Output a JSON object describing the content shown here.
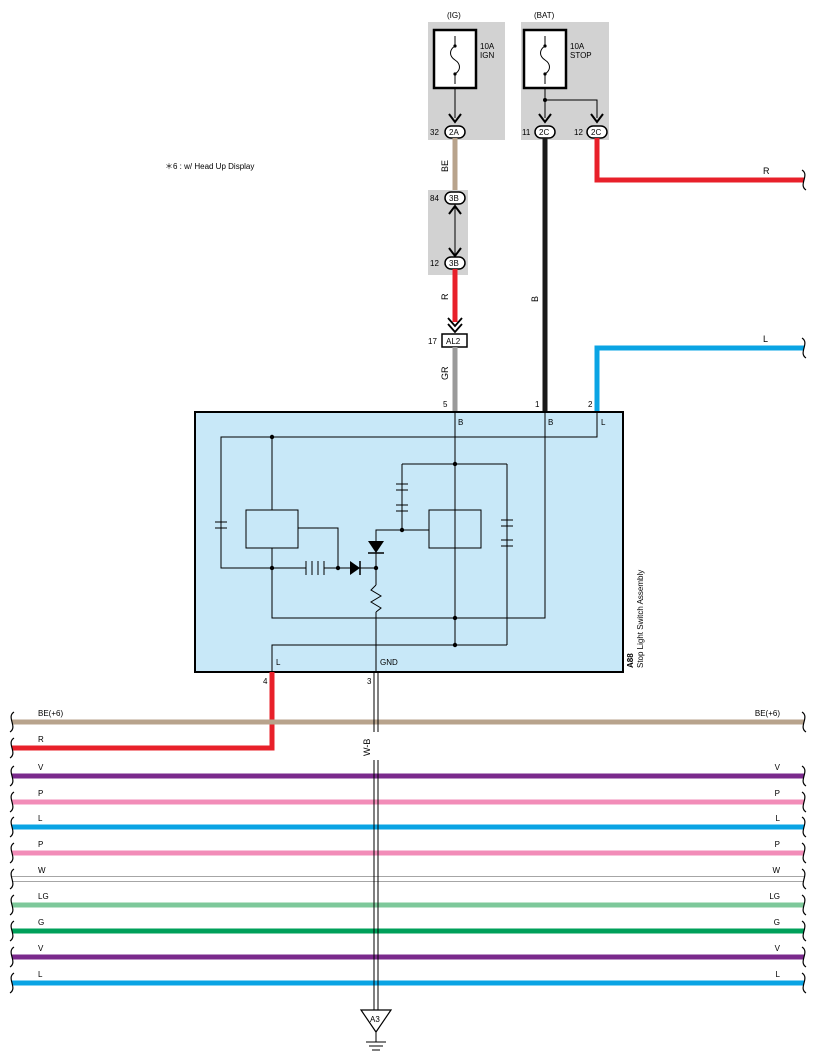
{
  "fuses": {
    "ig": {
      "source": "(IG)",
      "rating": "10A",
      "name": "IGN",
      "pin": "32",
      "connector": "2A"
    },
    "bat": {
      "source": "(BAT)",
      "rating": "10A",
      "name": "STOP",
      "pin_left": "11",
      "pin_right": "12",
      "connector": "2C"
    }
  },
  "note": "＊6 : w/ Head Up Display",
  "junction_3b": {
    "pin_top": "84",
    "pin_bottom": "12",
    "connector": "3B"
  },
  "connector_al2": {
    "pin": "17",
    "name": "AL2"
  },
  "wire_labels": {
    "be_top": "BE",
    "r_mid": "R",
    "gr": "GR",
    "b": "B",
    "r_right": "R",
    "l_right": "L",
    "wb": "W-B"
  },
  "component": {
    "id": "A88",
    "name": "Stop Light Switch Assembly",
    "pin5_num": "5",
    "pin5_label": "B",
    "pin1_num": "1",
    "pin1_label": "B",
    "pin2_num": "2",
    "pin2_label": "L",
    "pin4_num": "4",
    "pin4_label": "L",
    "pin3_num": "3",
    "pin3_label": "GND"
  },
  "ground": {
    "label": "A3"
  },
  "bus_wires": [
    {
      "left": "BE(+6)",
      "right": "BE(+6)",
      "color": "#b8a38c"
    },
    {
      "left": "R",
      "right": "",
      "color": "#e8202a"
    },
    {
      "left": "V",
      "right": "V",
      "color": "#7a2a8c"
    },
    {
      "left": "P",
      "right": "P",
      "color": "#f28cb8"
    },
    {
      "left": "L",
      "right": "L",
      "color": "#0aa4e4"
    },
    {
      "left": "P",
      "right": "P",
      "color": "#f28cb8"
    },
    {
      "left": "W",
      "right": "W",
      "color": "#ffffff"
    },
    {
      "left": "LG",
      "right": "LG",
      "color": "#7dc89a"
    },
    {
      "left": "G",
      "right": "G",
      "color": "#00a05a"
    },
    {
      "left": "V",
      "right": "V",
      "color": "#7a2a8c"
    },
    {
      "left": "L",
      "right": "L",
      "color": "#0aa4e4"
    }
  ],
  "colors": {
    "red": "#e8202a",
    "black": "#1a1a1a",
    "blue": "#0aa4e4",
    "beige": "#b8a38c",
    "gray": "#9a9a9a",
    "component_fill": "#c8e8f8",
    "fuse_box": "#d2d2d2"
  }
}
